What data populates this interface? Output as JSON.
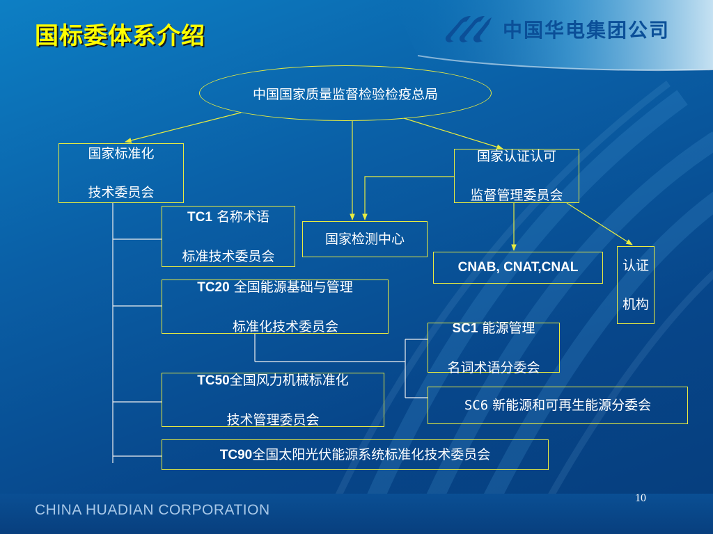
{
  "slide": {
    "title": "国标委体系介绍",
    "brand_name": "中国华电集团公司",
    "footer": "CHINA HUADIAN CORPORATION",
    "page_number": "10"
  },
  "diagram": {
    "root": "中国国家质量监督检验检疫总局",
    "sac": {
      "line1": "国家标准化",
      "line2": "技术委员会"
    },
    "cnca": {
      "line1": "国家认证认可",
      "line2": "监督管理委员会"
    },
    "test_center": "国家检测中心",
    "cnab": "CNAB, CNAT,CNAL",
    "cert": {
      "line1": "认证",
      "line2": "机构"
    },
    "tc1": {
      "code": "TC1",
      "name": " 名称术语",
      "line2": "标准技术委员会"
    },
    "tc20": {
      "code": "TC20",
      "name": " 全国能源基础与管理",
      "line2": "标准化技术委员会"
    },
    "sc1": {
      "code": "SC1",
      "name": " 能源管理",
      "line2": "名词术语分委会"
    },
    "sc6": {
      "code": "SC6",
      "name": " 新能源和可再生能源分委会"
    },
    "tc50": {
      "code": "TC50",
      "name": "全国风力机械标准化",
      "line2": "技术管理委员会"
    },
    "tc90": {
      "code": "TC90",
      "name": "全国太阳光伏能源系统标准化技术委员会"
    }
  },
  "colors": {
    "border": "#e8ec40",
    "title": "#ffff00",
    "text": "#ffffff",
    "brand": "#0b4f98"
  },
  "icons": {
    "logo": "huadian-logo-icon"
  }
}
